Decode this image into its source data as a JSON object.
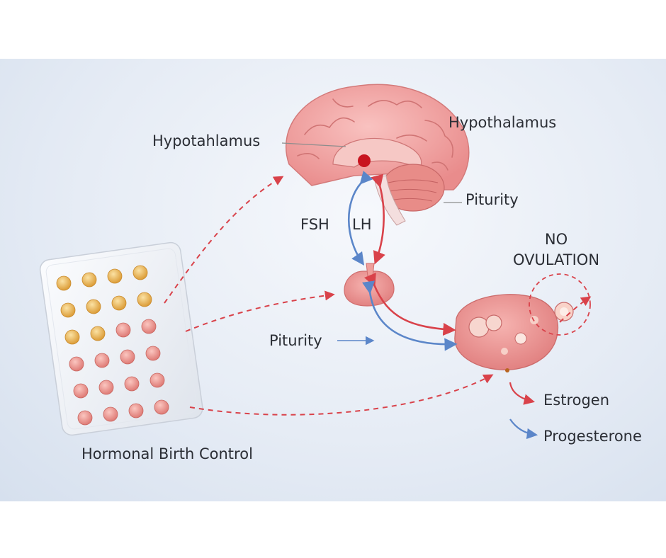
{
  "labels": {
    "hypothalamus_left": "Hypotahlamus",
    "hypothalamus_right": "Hypothalamus",
    "pituitary_top": "Piturity",
    "pituitary_mid": "Piturity",
    "fsh": "FSH",
    "lh": "LH",
    "no_ovulation_line1": "NO",
    "no_ovulation_line2": "OVULATION",
    "estrogen": "Estrogen",
    "progesterone": "Progesterone",
    "birth_control": "Hormonal Birth Control"
  },
  "colors": {
    "red_arrow": "#d9424a",
    "blue_arrow": "#5b86c9",
    "brain": "#f2a3a3",
    "pill_gold": "#e8b04f",
    "pill_pink": "#ec8f8f"
  }
}
